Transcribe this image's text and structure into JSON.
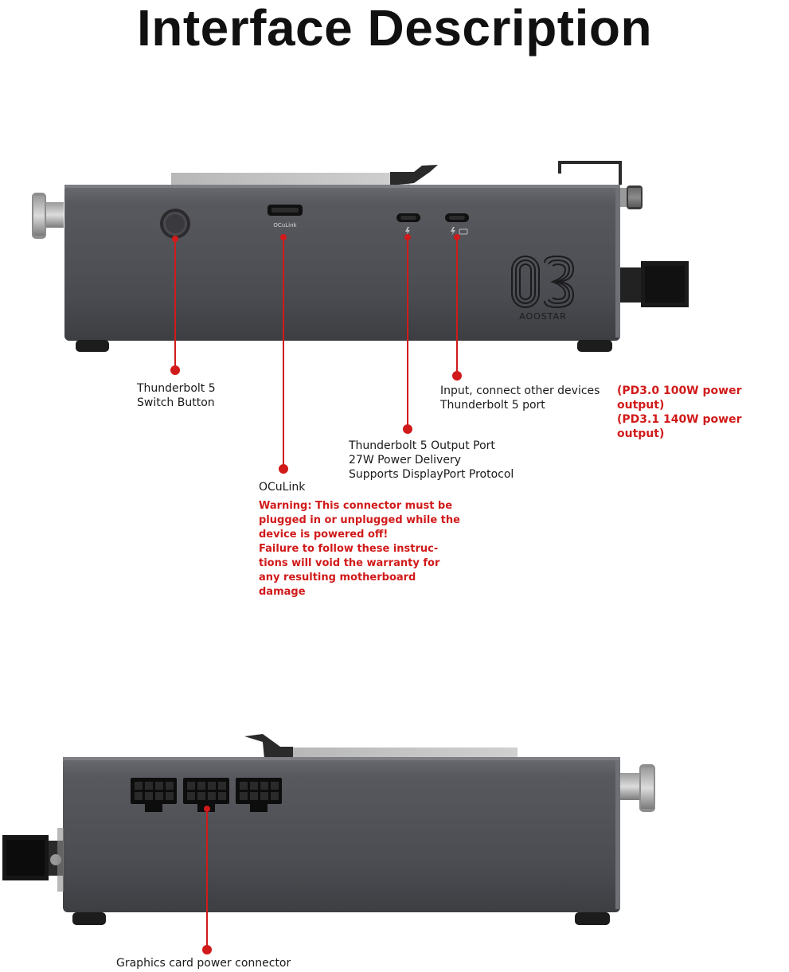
{
  "title": "Interface Description",
  "front_panel": {
    "port_labels": {
      "oculink": "OCuLink",
      "model": "AOOSTAR",
      "model_number": "03"
    }
  },
  "callouts": {
    "switch": {
      "line1": "Thunderbolt 5",
      "line2": "Switch Button"
    },
    "input_port": {
      "line1": "Input, connect other devices",
      "line2": "Thunderbolt 5 port",
      "power1": "(PD3.0 100W power output)",
      "power2": "(PD3.1 140W power output)"
    },
    "output_port": {
      "line1": "Thunderbolt 5 Output Port",
      "line2": "27W Power Delivery",
      "line3": "Supports DisplayPort Protocol"
    },
    "oculink": {
      "title": "OCuLink",
      "warning": [
        "Warning: This connector must be",
        "plugged in or unplugged while the",
        "device is powered off!",
        "Failure to follow these instruc-",
        "tions will void the warranty for",
        "any resulting motherboard",
        "damage"
      ]
    },
    "gpu_power": {
      "line1": "Graphics card power connector"
    }
  },
  "colors": {
    "accent": "#d11a1a",
    "chassis": "#4d4f54",
    "text": "#1a1a1a"
  }
}
